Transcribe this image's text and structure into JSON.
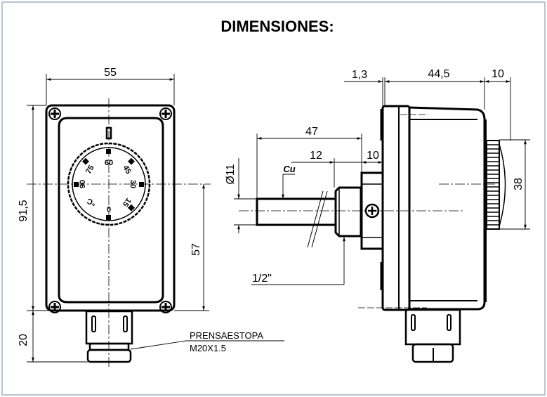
{
  "title": "DIMENSIONES:",
  "front_view": {
    "width_label": "55",
    "height_label": "91,5",
    "center_height_label": "57",
    "gland_height_label": "20",
    "dial_labels": [
      "60",
      "45",
      "30",
      "15",
      "0",
      "°C",
      "90",
      "75"
    ],
    "gland_label": "PRENSAESTOPA",
    "gland_spec": "M20X1.5"
  },
  "side_view": {
    "flange_label": "1,3",
    "body_depth_label": "44,5",
    "knob_depth_label": "10",
    "probe_length_label": "47",
    "thread_length_label": "12",
    "fitting_length_label": "10",
    "probe_diameter_label": "Ø11",
    "material_label": "Cu",
    "knob_diameter_label": "38",
    "thread_label": "1/2\""
  }
}
